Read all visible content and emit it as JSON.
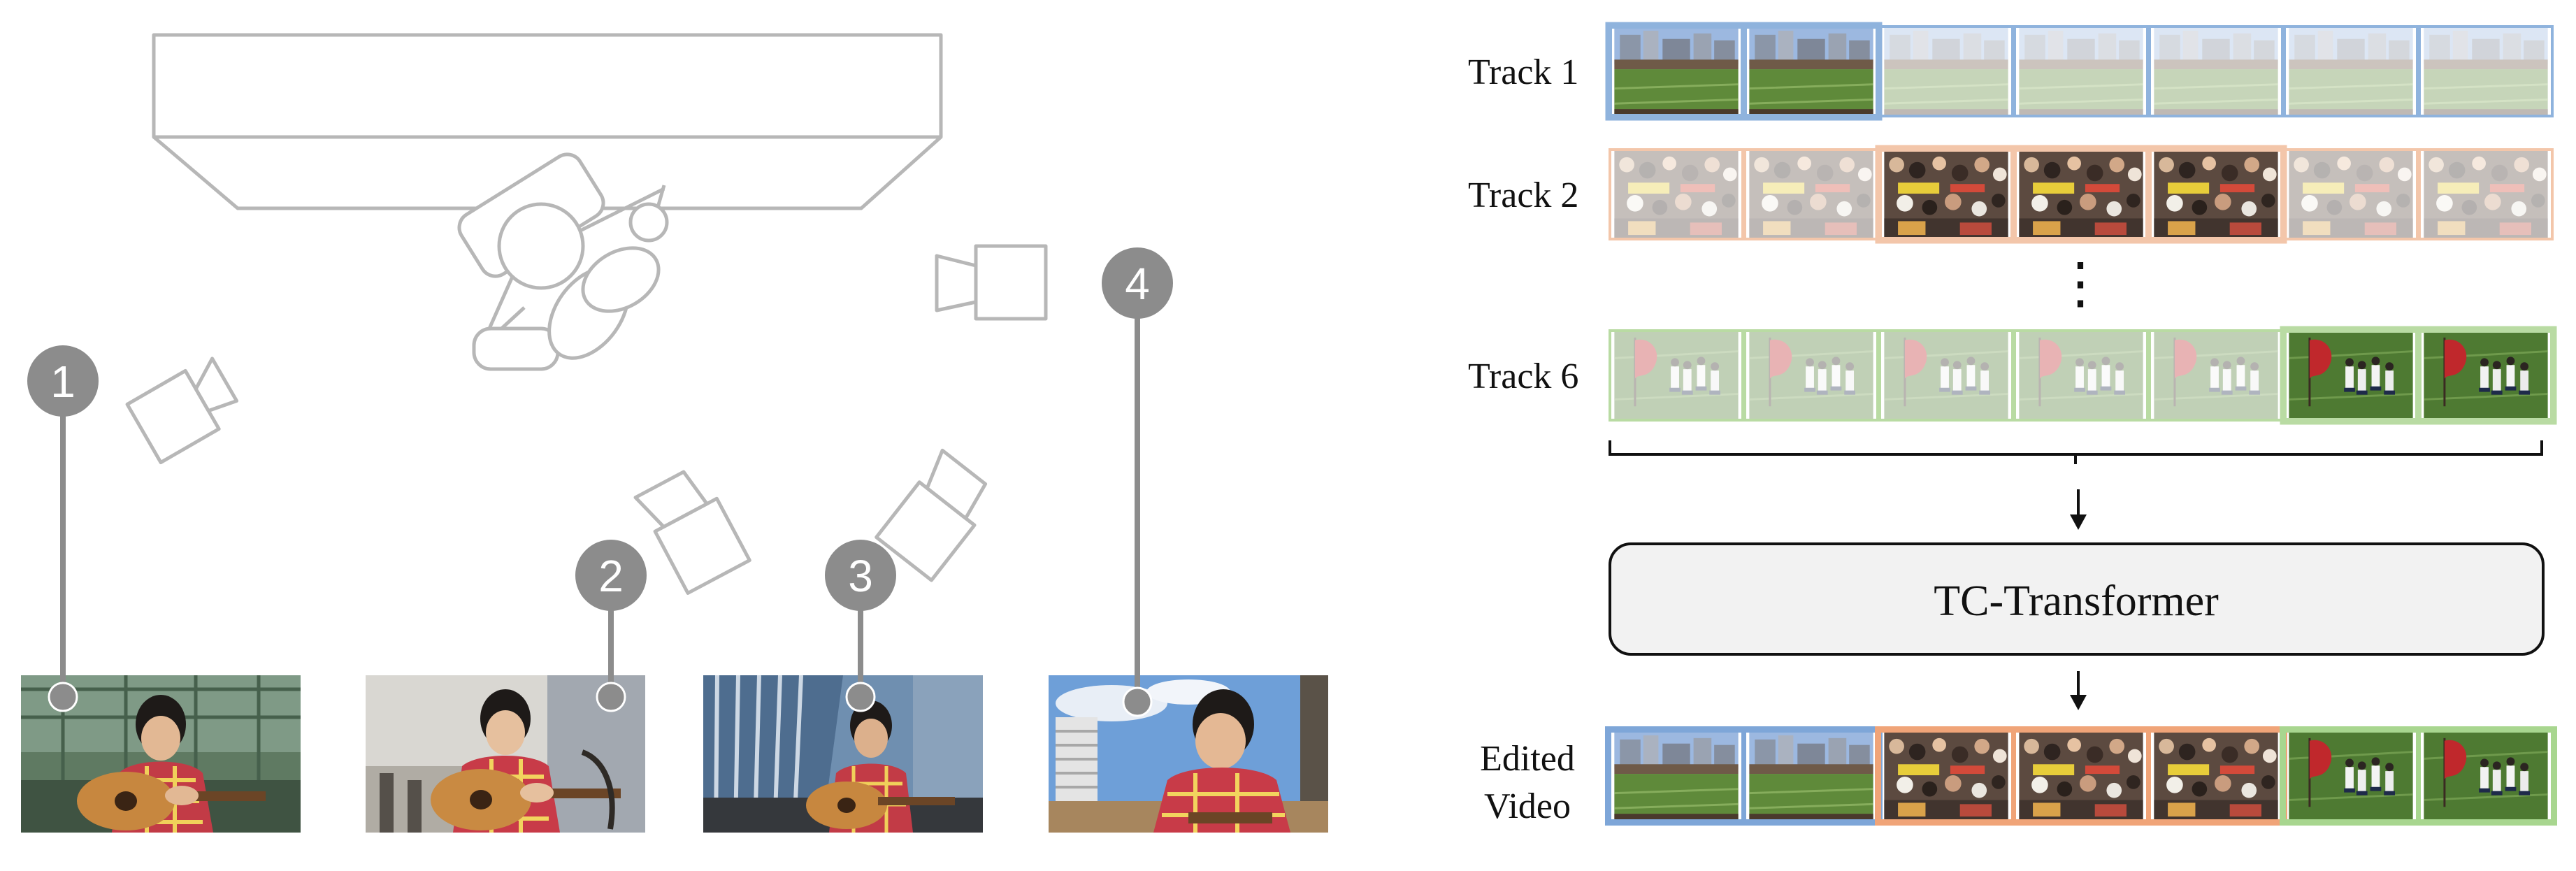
{
  "setup": {
    "markers": [
      "1",
      "2",
      "3",
      "4"
    ]
  },
  "pipeline": {
    "tracks": [
      {
        "label": "Track 1",
        "scene": "stadium",
        "border": "#8fb3dd",
        "active": [
          0,
          1
        ]
      },
      {
        "label": "Track 2",
        "scene": "crowd",
        "border": "#f3c6aa",
        "active": [
          2,
          3,
          4
        ]
      },
      {
        "label": "Track 6",
        "scene": "field",
        "border": "#b9dba3",
        "active": [
          5,
          6
        ]
      }
    ],
    "ellipsis": "⋮",
    "model_label": "TC-Transformer",
    "output_label_line1": "Edited",
    "output_label_line2": "Video",
    "output_segments": [
      {
        "scene": "stadium",
        "count": 2,
        "border": "#7ea6d8"
      },
      {
        "scene": "crowd",
        "count": 3,
        "border": "#f0a478"
      },
      {
        "scene": "field",
        "count": 2,
        "border": "#a8d68f"
      }
    ]
  },
  "colors": {
    "line_art": "#b7b7b7",
    "marker": "#8c8c8c",
    "marker_text": "#ffffff"
  }
}
